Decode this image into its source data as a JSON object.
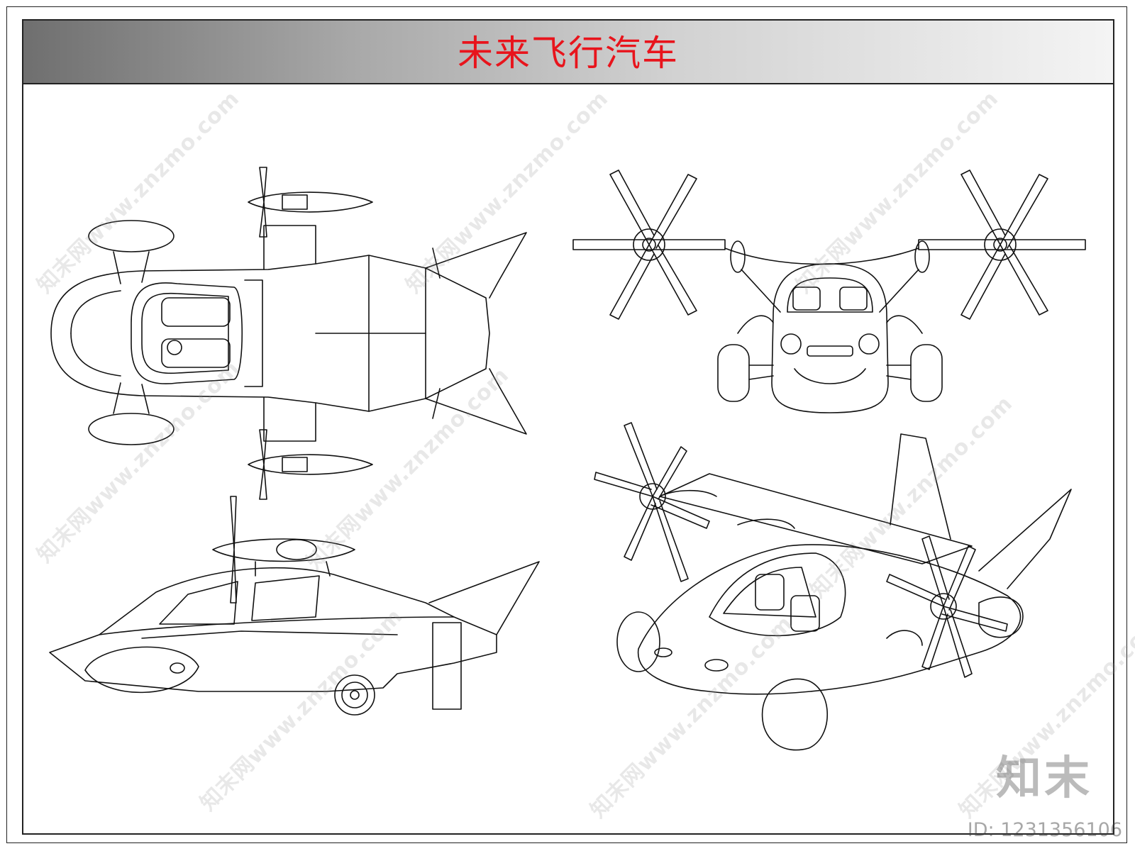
{
  "title": "未来飞行汽车",
  "views": [
    {
      "id": "top-view"
    },
    {
      "id": "front-view"
    },
    {
      "id": "side-view"
    },
    {
      "id": "perspective-view"
    }
  ],
  "watermark": {
    "text": "知末网www.znzmo.com"
  },
  "brand": {
    "logo_text": "知末"
  },
  "image_id_label": "ID: 1231356106",
  "colors": {
    "title": "#e8141c",
    "line": "#111111",
    "frame": "#222222"
  }
}
